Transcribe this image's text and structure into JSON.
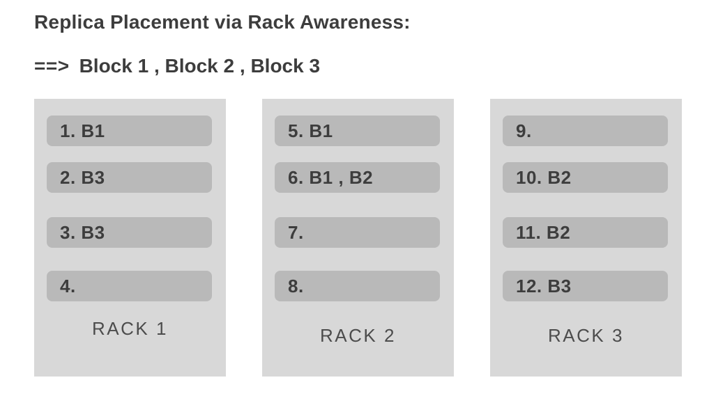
{
  "title": "Replica Placement via Rack Awareness:",
  "subtitle": {
    "arrow": "==>",
    "blocks": "Block 1 , Block 2 , Block 3"
  },
  "racks": [
    {
      "label": "RACK 1",
      "nodes": [
        "1. B1",
        "2. B3",
        "3. B3",
        "4."
      ]
    },
    {
      "label": "RACK 2",
      "nodes": [
        "5. B1",
        "6. B1 , B2",
        "7.",
        "8."
      ]
    },
    {
      "label": "RACK 3",
      "nodes": [
        "9.",
        "10. B2",
        "11. B2",
        "12. B3"
      ]
    }
  ],
  "colors": {
    "background": "#ffffff",
    "rack_fill": "#d8d8d8",
    "node_fill": "#b9b9b9",
    "heading_text": "#3d3d3d",
    "node_text": "#3d3d3d",
    "rack_label_text": "#4c4c4c"
  }
}
